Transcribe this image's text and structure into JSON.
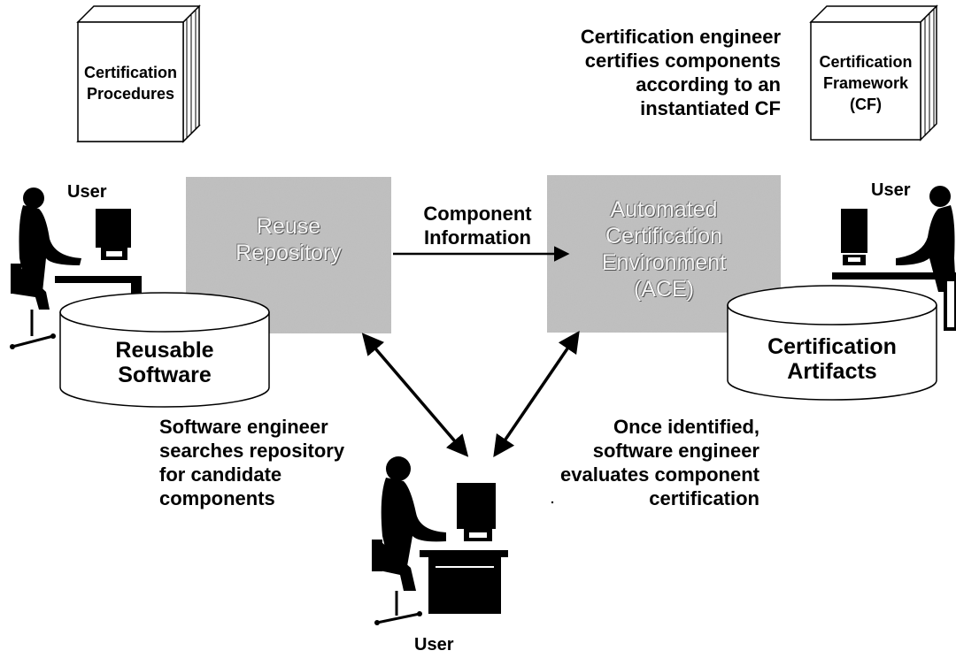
{
  "books": {
    "procedures": "Certification\nProcedures",
    "framework": "Certification\nFramework\n(CF)"
  },
  "notes": {
    "certify": "Certification engineer\ncertifies components\naccording to an\ninstantiated CF",
    "search": "Software engineer\nsearches repository\nfor candidate\ncomponents",
    "evaluate": "Once identified,\nsoftware engineer\nevaluates component\ncertification"
  },
  "boxes": {
    "repository": "Reuse\nRepository",
    "ace": "Automated\nCertification\nEnvironment\n(ACE)"
  },
  "arrow_label": "Component\nInformation",
  "databases": {
    "reusable": "Reusable\nSoftware",
    "artifacts": "Certification\nArtifacts"
  },
  "users": {
    "left": "User",
    "right": "User",
    "bottom": "User"
  }
}
